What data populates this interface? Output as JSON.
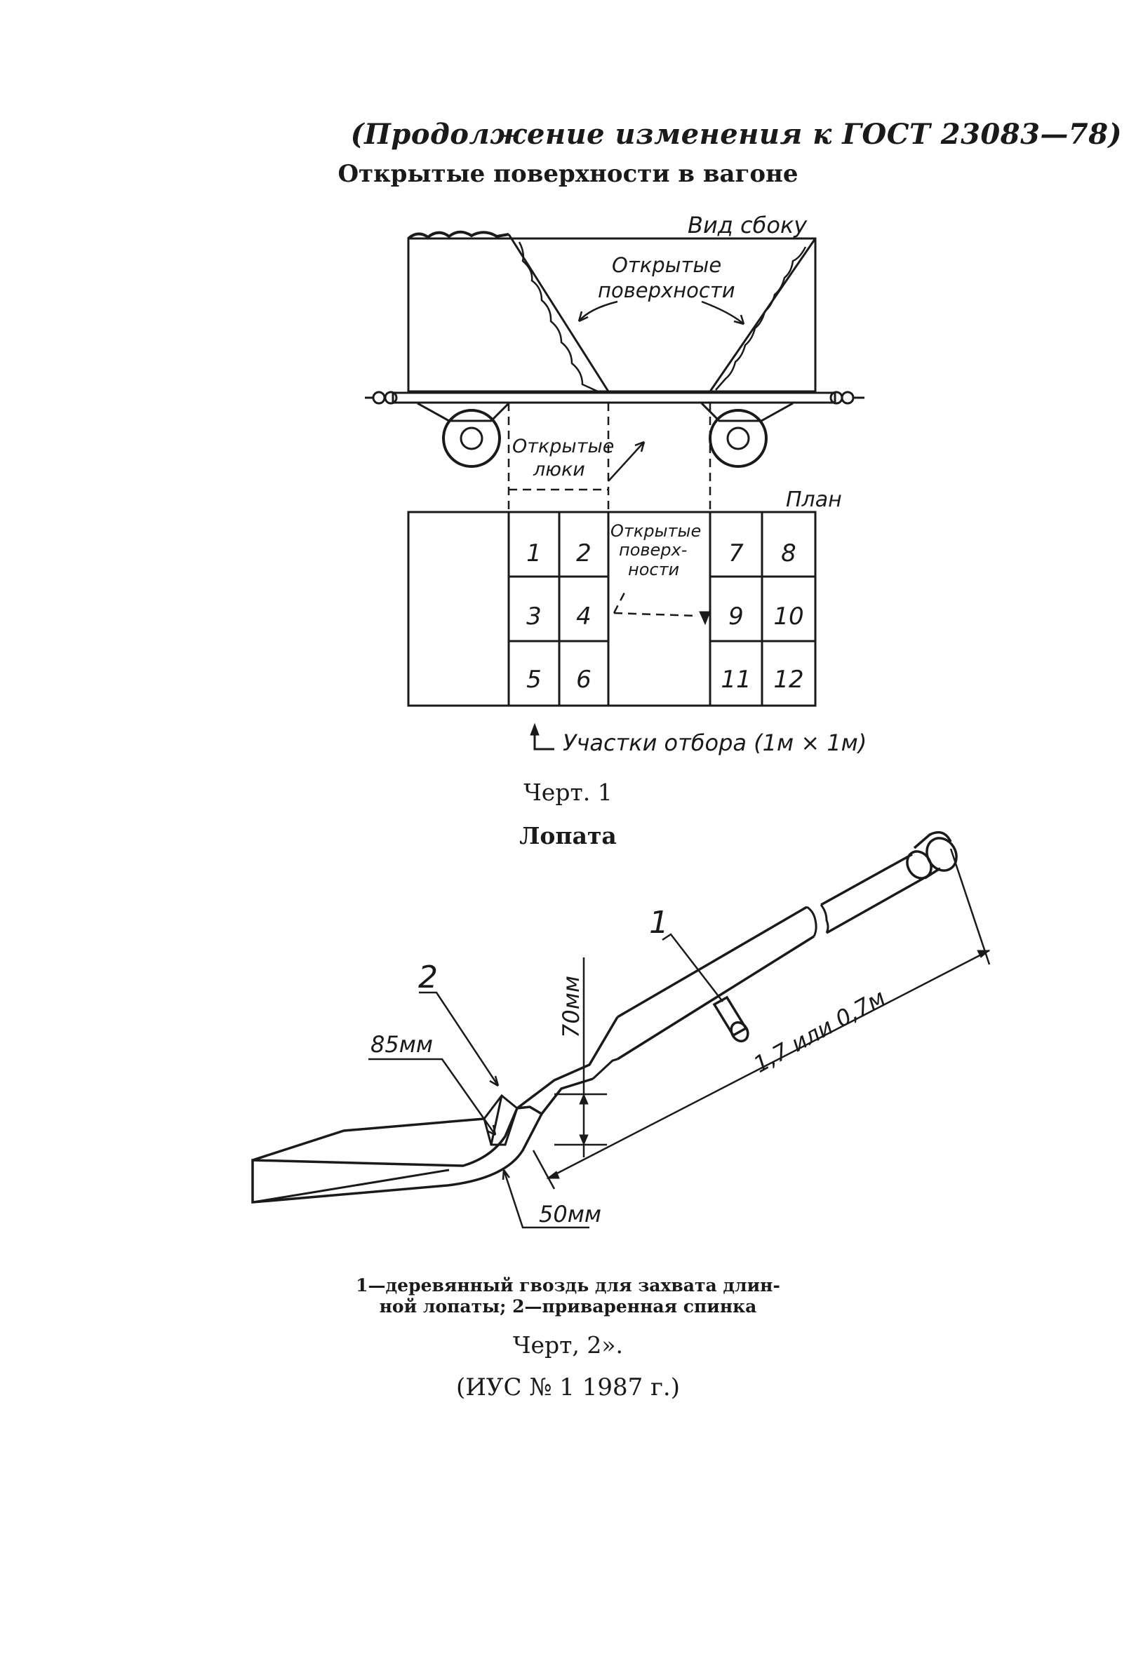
{
  "header": "(Продолжение изменения к ГОСТ 23083—78)",
  "figure1": {
    "title": "Открытые поверхности в вагоне",
    "side_view_label": "Вид сбоку",
    "open_surfaces_label_line1": "Открытые",
    "open_surfaces_label_line2": "поверхности",
    "open_hatches_line1": "Открытые",
    "open_hatches_line2": "люки",
    "plan_label": "План",
    "plan_open_line1": "Открытые",
    "plan_open_line2": "поверх-",
    "plan_open_line3": "ности",
    "cells": [
      "1",
      "2",
      "3",
      "4",
      "5",
      "6",
      "7",
      "8",
      "9",
      "10",
      "11",
      "12"
    ],
    "sampling_label": "Участки отбора (1м × 1м)",
    "caption": "Черт. 1"
  },
  "figure2": {
    "title": "Лопата",
    "callout_1": "1",
    "callout_2": "2",
    "dim_85": "85мм",
    "dim_70": "70мм",
    "dim_50": "50мм",
    "dim_length": "1,7 или 0,7м",
    "legend_line1": "1—деревянный гвоздь для захвата длин-",
    "legend_line2": "ной лопаты; 2—приваренная спинка",
    "caption": "Черт, 2»."
  },
  "source_note": "(ИУС № 1 1987 г.)",
  "colors": {
    "ink": "#1a1a1a",
    "paper": "#ffffff"
  }
}
